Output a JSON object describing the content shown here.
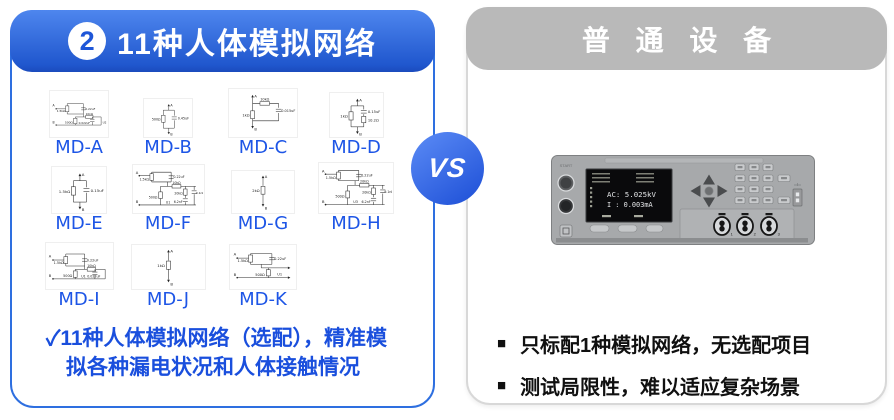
{
  "left_panel": {
    "badge": "2",
    "title": "11种人体模拟网络",
    "footer": {
      "check": "✓",
      "line1": "11种人体模拟网络（选配），精准模",
      "line2": "拟各种漏电状况和人体接触情况"
    },
    "circuits": [
      {
        "name": "MD-A",
        "type": "complexA",
        "parts": {
          "a": "A",
          "r1": "1.5kΩ",
          "c1": "0.22uF",
          "r2": "10kΩ",
          "b": "B",
          "r3": "500Ω",
          "c2": "0.022uF",
          "u": "U2",
          "upos": "right"
        }
      },
      {
        "name": "MD-B",
        "type": "parallel",
        "parts": {
          "a": "A",
          "r1": "500Ω",
          "c1": "0.45uF",
          "b": "B"
        }
      },
      {
        "name": "MD-C",
        "type": "seriesParallel",
        "parts": {
          "a": "A",
          "r2": "10kΩ",
          "r1": "1kΩ",
          "c1": "0.015uF",
          "b": "B"
        }
      },
      {
        "name": "MD-D",
        "type": "parallelRC",
        "parts": {
          "a": "A",
          "r1": "1kΩ",
          "c1": "0.15uF",
          "r2": "10.2Ω",
          "b": "B"
        }
      },
      {
        "name": "MD-E",
        "type": "parallel",
        "parts": {
          "a": "A",
          "r1": "1.5kΩ",
          "c1": "0.15uF",
          "b": "B"
        }
      },
      {
        "name": "MD-F",
        "type": "complexF",
        "parts": {
          "a": "A",
          "r1": "1.5kΩ",
          "c1": "0.22uF",
          "r2": "10kΩ",
          "r3": "500Ω",
          "u": "U1",
          "r4": "20kΩ",
          "c2": "9.1nF",
          "c3": "6.2nF",
          "b": "B"
        }
      },
      {
        "name": "MD-G",
        "type": "singleR",
        "parts": {
          "a": "A",
          "r1": "2kΩ",
          "b": "B"
        }
      },
      {
        "name": "MD-H",
        "type": "complexF",
        "parts": {
          "a": "A",
          "r1": "1.5kΩ",
          "c1": "0.22uF",
          "r2": "20kΩ",
          "r3": "500Ω",
          "u": "U3",
          "r4": "20kΩ",
          "c2": "9.1nF",
          "c3": "6.2nF",
          "b": "B"
        }
      },
      {
        "name": "MD-I",
        "type": "complexA",
        "parts": {
          "a": "A",
          "r1": "1.5kΩ",
          "c1": "0.22uF",
          "r2": "10kΩ",
          "b": "B",
          "r3": "500Ω",
          "u": "U1",
          "c2": "0.022uF",
          "upos": "mid"
        }
      },
      {
        "name": "MD-J",
        "type": "singleR",
        "parts": {
          "a": "A",
          "r1": "1kΩ",
          "b": "B"
        }
      },
      {
        "name": "MD-K",
        "type": "complexK",
        "parts": {
          "a": "A",
          "r1": "1.5kΩ",
          "c1": "0.22uF",
          "b": "B",
          "r3": "500Ω",
          "u": "U1"
        }
      }
    ]
  },
  "vs_badge": {
    "label": "VS"
  },
  "right_panel": {
    "title": "普 通 设 备",
    "bullet_icon": "■",
    "bullets": [
      "只标配1种模拟网络，无选配项目",
      "测试局限性，难以适应复杂场景"
    ],
    "device": {
      "start_label": "START",
      "display_line1": "AC: 5.025kV",
      "display_line2": "I : 0.003mA",
      "sockets": [
        "1",
        "2",
        "3"
      ]
    }
  },
  "colors": {
    "left_border": "#2e6fe0",
    "header_gradient_top": "#4e86ee",
    "header_gradient_bottom": "#2057ce",
    "label_blue": "#1d55e6",
    "footer_blue": "#1a4fdd",
    "right_header_bg": "#b9b9b9",
    "vs_top": "#5c8cf6",
    "vs_bottom": "#1c4ed6"
  }
}
